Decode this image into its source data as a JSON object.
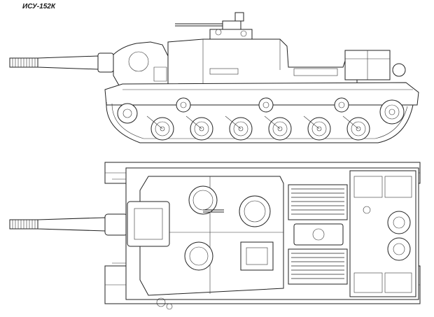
{
  "drawing": {
    "title": "ИСУ-152К"
  },
  "views": [
    "side-view",
    "top-view"
  ]
}
